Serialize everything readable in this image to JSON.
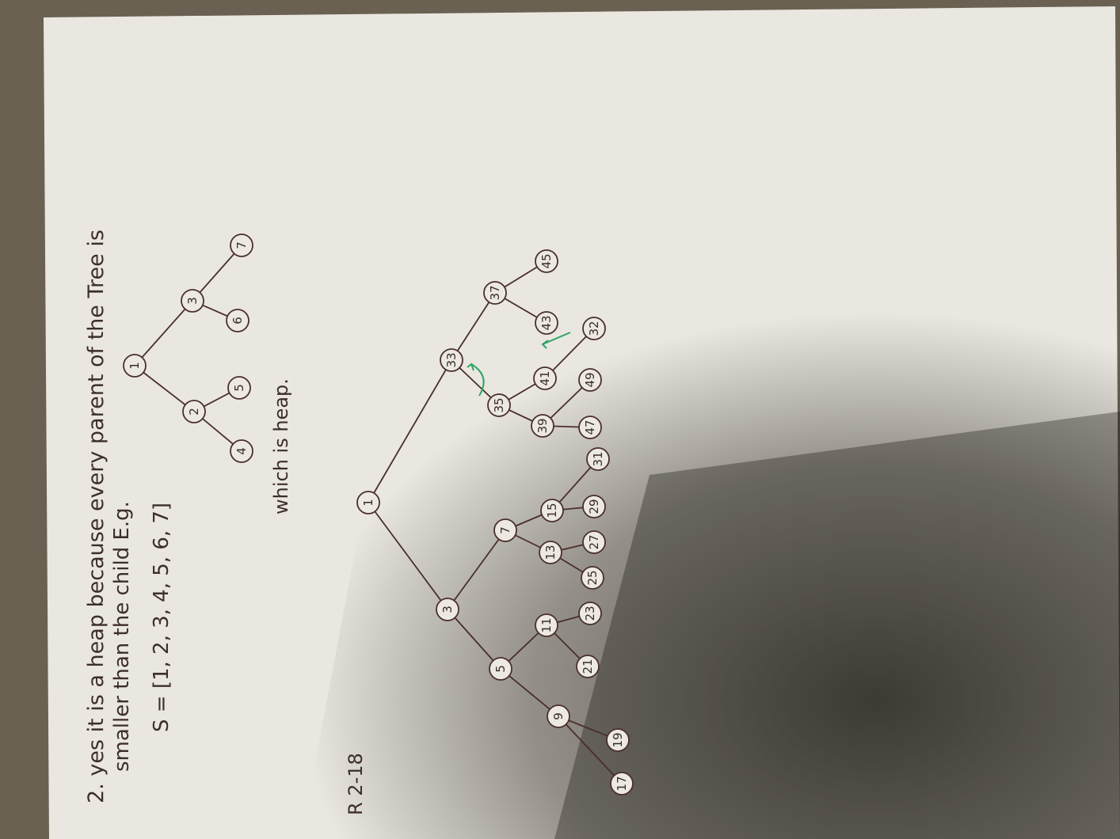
{
  "note": {
    "line1": "2. yes it is a heap because every parent of the Tree is",
    "line2": "smaller than the child  E.g.",
    "line3": "S = [1, 2, 3, 4, 5, 6, 7]",
    "caption": "which is heap.",
    "exercise_label": "R 2-18"
  },
  "small_tree": [
    "1",
    "2",
    "3",
    "4",
    "5",
    "6",
    "7"
  ],
  "large_tree": [
    "1",
    "3",
    "7",
    "5",
    "11",
    "13",
    "15",
    "9",
    "21",
    "23",
    "25",
    "27",
    "29",
    "31",
    "33",
    "35",
    "37",
    "39",
    "41",
    "43",
    "45",
    "47",
    "49",
    "17",
    "19",
    "32"
  ]
}
